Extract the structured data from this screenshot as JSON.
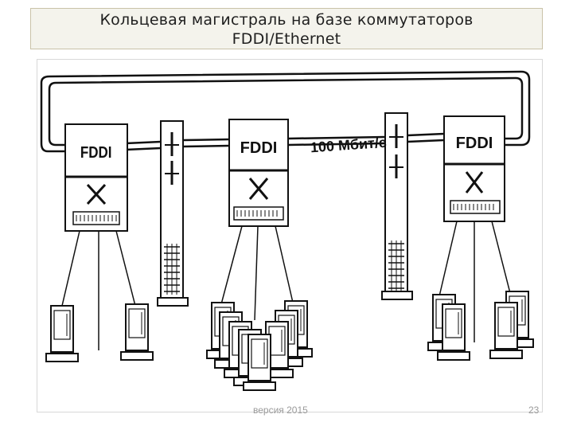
{
  "slide": {
    "title_line1": "Кольцевая магистраль на базе коммутаторов",
    "title_line2": "FDDI/Ethernet"
  },
  "diagram": {
    "switch_label": "FDDI",
    "ring_speed_label": "100 Мбит/с"
  },
  "footer": {
    "version": "версия 2015",
    "page_number": "23"
  }
}
